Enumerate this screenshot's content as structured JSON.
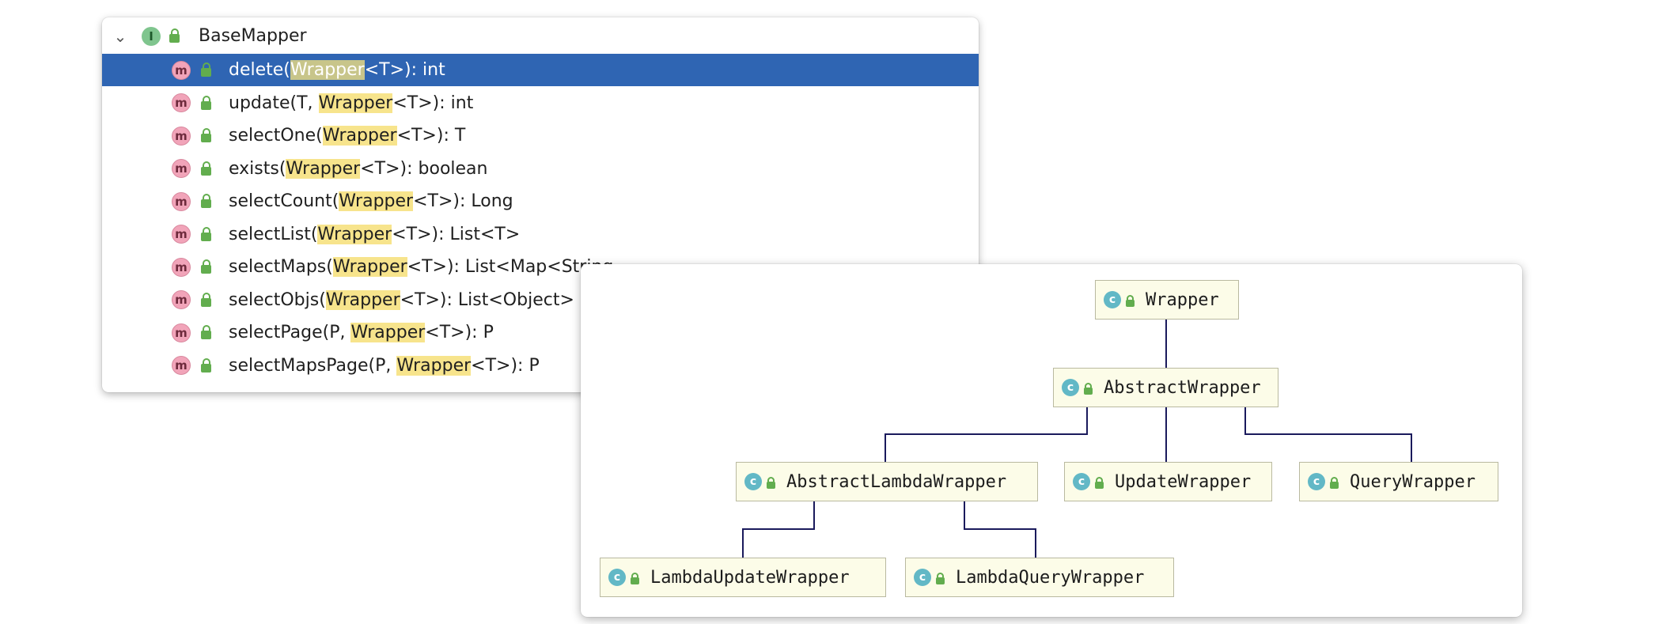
{
  "tree": {
    "root_label": "BaseMapper",
    "root_badge": "I",
    "chevron": "chevron-down-icon",
    "method_badge": "m",
    "methods": [
      {
        "name": "delete(",
        "hl": "Wrapper",
        "rest": "<T>): int"
      },
      {
        "name": "update(T, ",
        "hl": "Wrapper",
        "rest": "<T>): int"
      },
      {
        "name": "selectOne(",
        "hl": "Wrapper",
        "rest": "<T>): T"
      },
      {
        "name": "exists(",
        "hl": "Wrapper",
        "rest": "<T>): boolean"
      },
      {
        "name": "selectCount(",
        "hl": "Wrapper",
        "rest": "<T>): Long"
      },
      {
        "name": "selectList(",
        "hl": "Wrapper",
        "rest": "<T>): List<T>"
      },
      {
        "name": "selectMaps(",
        "hl": "Wrapper",
        "rest": "<T>): List<Map<String"
      },
      {
        "name": "selectObjs(",
        "hl": "Wrapper",
        "rest": "<T>): List<Object>"
      },
      {
        "name": "selectPage(P, ",
        "hl": "Wrapper",
        "rest": "<T>): P"
      },
      {
        "name": "selectMapsPage(P, ",
        "hl": "Wrapper",
        "rest": "<T>): P"
      }
    ],
    "selected_index": 0
  },
  "diagram": {
    "class_badge": "c",
    "nodes": {
      "wrapper": "Wrapper",
      "abstract_wrapper": "AbstractWrapper",
      "abstract_lambda_wrapper": "AbstractLambdaWrapper",
      "update_wrapper": "UpdateWrapper",
      "query_wrapper": "QueryWrapper",
      "lambda_update_wrapper": "LambdaUpdateWrapper",
      "lambda_query_wrapper": "LambdaQueryWrapper"
    }
  },
  "colors": {
    "selection": "#2f65b3",
    "highlight": "#f7e48c",
    "method_badge": "#f1a4b9",
    "class_badge": "#62b8c6",
    "node_fill": "#fcfce8",
    "edge": "#1a1a5c"
  }
}
